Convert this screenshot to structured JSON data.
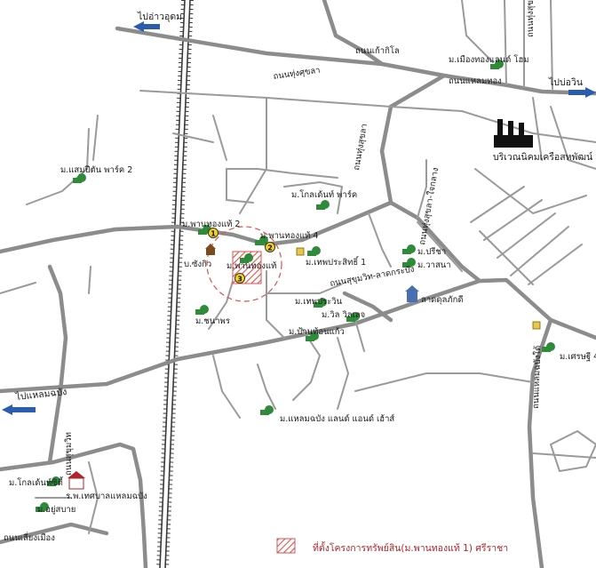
{
  "colors": {
    "road": "#8c8c8c",
    "arrow": "#2a5db0",
    "marker_green": "#2f8a3a",
    "marker_yellow": "#f3d21b",
    "project_hatch": "#d9534f",
    "buffer_circle": "#d9534f"
  },
  "directions": {
    "to_udon": "ไปอ่าวอุดม",
    "to_bo_win": "ไปบ่อวิน",
    "to_laem_chabang": "ไปแหลมฉบัง"
  },
  "roads": {
    "nong_kho": "ถนนเก้ากิโล",
    "sukhumvit_top": "ถนนทุ่งศุขลา",
    "laem_chabang_right": "ถนนแหลมทอง",
    "main_center": "ถนนสุขุมวิท-ลาดกระบัง",
    "vertical_center": "ถนนทุ่งสุขลา",
    "vertical_left": "ถนนสุขุมวิท",
    "bottom_left": "ถนนเลี่ยงเมือง",
    "right_vertical": "ถนนแหลมฉบังใต้",
    "center_vertical": "ถนนทุ่งสุขลา-ใจกลาง",
    "right_top_vertical": "ถนนทุ่งสุขลา 3"
  },
  "places": {
    "factory": "บริเวณนิคมเครือสหพัฒน์",
    "top_village": "ม.เมืองทองแลนด์ โฮม",
    "laem_pin": "ม.แสมปีตัน พาร์ค 2",
    "golden_top": "ม.โกลเด้นท์ พาร์ค",
    "phan_1": "ม.พานทองแท้ 2",
    "phan_4": "ม.พานทองแท้ 4",
    "phan_3": "ม.พานทองแท้",
    "bo_kaew": "บ.ซังกิว",
    "thep_1": "ม.เทพประสิทธิ์ 1",
    "preecha": "ม.ปรีชา",
    "wana": "ม.วาสนา",
    "lat": "ลาดดุลภักดี",
    "thep_vin": "ม.เทพประวิน",
    "wil": "ม.วิล วิลเลจ",
    "chanaporn": "ม.ชนาพร",
    "bua": "ม.บ้านท้อนแก้ว",
    "setthi": "ม.เศรษฐี 4",
    "laem_land": "ม.แหลมฉบัง แลนด์ แอนด์ เฮ้าส์",
    "golden_bottom": "ม.โกลเด้นท์ซิตี้",
    "hospital": "ร.พ.เทศบาลแหลมฉบัง",
    "jaya": "ม.อยู่สบาย"
  },
  "markers": [
    "1",
    "2",
    "3"
  ],
  "legend": {
    "label": "ที่ตั้งโครงการทรัพย์สิน(ม.พานทองแท้ 1) ศรีราชา"
  },
  "icons": {
    "factory": "factory-icon",
    "house": "house-icon",
    "temple": "temple-icon",
    "hospital": "hospital-icon",
    "school": "school-icon",
    "arrow": "arrow-left-icon"
  }
}
